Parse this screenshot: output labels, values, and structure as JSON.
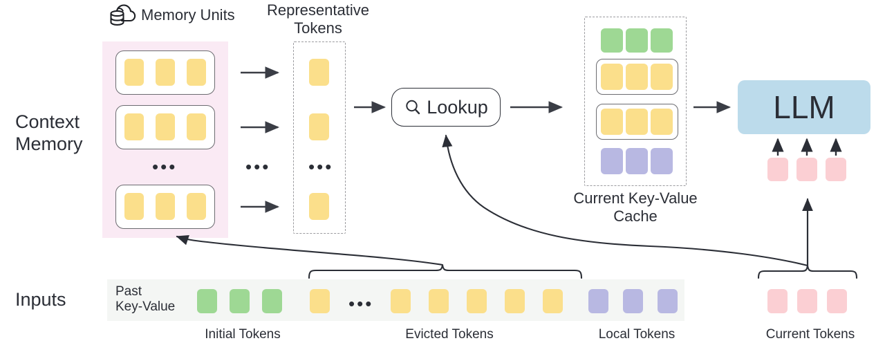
{
  "diagram": {
    "title_icon": "cloud-database-icon",
    "row_labels": {
      "context_memory": "Context\nMemory",
      "inputs": "Inputs"
    },
    "headers": {
      "memory_units": "Memory Units",
      "representative_tokens": "Representative\nTokens",
      "current_kv_cache": "Current Key-Value\nCache"
    },
    "lookup": {
      "label": "Lookup",
      "icon": "search-icon"
    },
    "llm": {
      "label": "LLM"
    },
    "inputs_strip": {
      "past_kv_label": "Past\nKey-Value",
      "ellipsis": "•••",
      "tokens": [
        {
          "kind": "green"
        },
        {
          "kind": "green"
        },
        {
          "kind": "green"
        },
        {
          "kind": "yellow"
        },
        {
          "kind": "ellipsis"
        },
        {
          "kind": "yellow"
        },
        {
          "kind": "yellow"
        },
        {
          "kind": "yellow"
        },
        {
          "kind": "yellow"
        },
        {
          "kind": "yellow"
        },
        {
          "kind": "purple"
        },
        {
          "kind": "purple"
        },
        {
          "kind": "purple"
        }
      ]
    },
    "bottom_labels": [
      {
        "text": "Initial Tokens"
      },
      {
        "text": "Evicted Tokens"
      },
      {
        "text": "Local Tokens"
      },
      {
        "text": "Current Tokens"
      }
    ],
    "current_tokens": [
      {
        "kind": "pink"
      },
      {
        "kind": "pink"
      },
      {
        "kind": "pink"
      }
    ],
    "memory_units": [
      {
        "tokens": [
          "yellow",
          "yellow",
          "yellow"
        ]
      },
      {
        "tokens": [
          "yellow",
          "yellow",
          "yellow"
        ]
      },
      {
        "tokens": [
          "yellow",
          "yellow",
          "yellow"
        ]
      }
    ],
    "memory_units_ellipsis": "•••",
    "representative_tokens": [
      {
        "kind": "yellow"
      },
      {
        "kind": "yellow"
      },
      {
        "kind": "ellipsis"
      },
      {
        "kind": "yellow"
      }
    ],
    "between_ellipsis": "•••",
    "kv_cache_rows": [
      {
        "carded": false,
        "tokens": [
          "green",
          "green",
          "green"
        ]
      },
      {
        "carded": true,
        "tokens": [
          "yellow",
          "yellow",
          "yellow"
        ]
      },
      {
        "carded": true,
        "tokens": [
          "yellow",
          "yellow",
          "yellow"
        ]
      },
      {
        "carded": false,
        "tokens": [
          "purple",
          "purple",
          "purple"
        ]
      }
    ],
    "colors": {
      "yellow": "#fbdf8b",
      "green": "#9ed894",
      "purple": "#b8b8e2",
      "pink": "#fbcfd3",
      "llm_blue": "#bcdbeb",
      "context_panel": "#faeaf4",
      "inputs_strip": "#f4f6f4",
      "stroke": "#2b2e36",
      "dashed_stroke": "#9a9a9e"
    }
  }
}
